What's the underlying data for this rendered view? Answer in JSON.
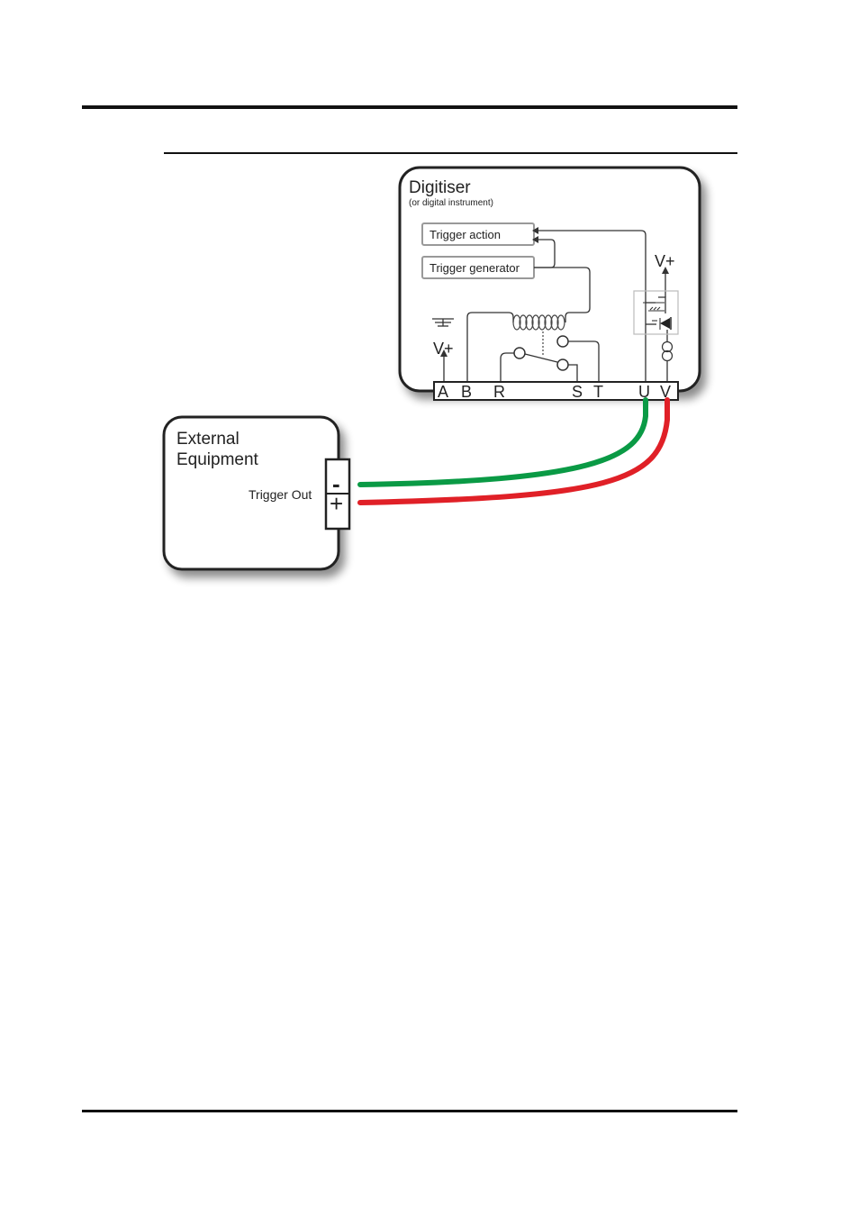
{
  "digitiser": {
    "title": "Digitiser",
    "subtitle": "(or digital instrument)",
    "trigger_action": "Trigger action",
    "trigger_generator": "Trigger generator",
    "vplus_left": "V+",
    "vplus_right": "V+",
    "terminals": [
      "A",
      "B",
      "R",
      "S",
      "T",
      "U",
      "V"
    ]
  },
  "external": {
    "title_line1": "External",
    "title_line2": "Equipment",
    "trigger_out": "Trigger Out",
    "minus": "-",
    "plus": "+"
  },
  "colors": {
    "wire_negative": "#0a9a45",
    "wire_positive": "#e02027"
  }
}
